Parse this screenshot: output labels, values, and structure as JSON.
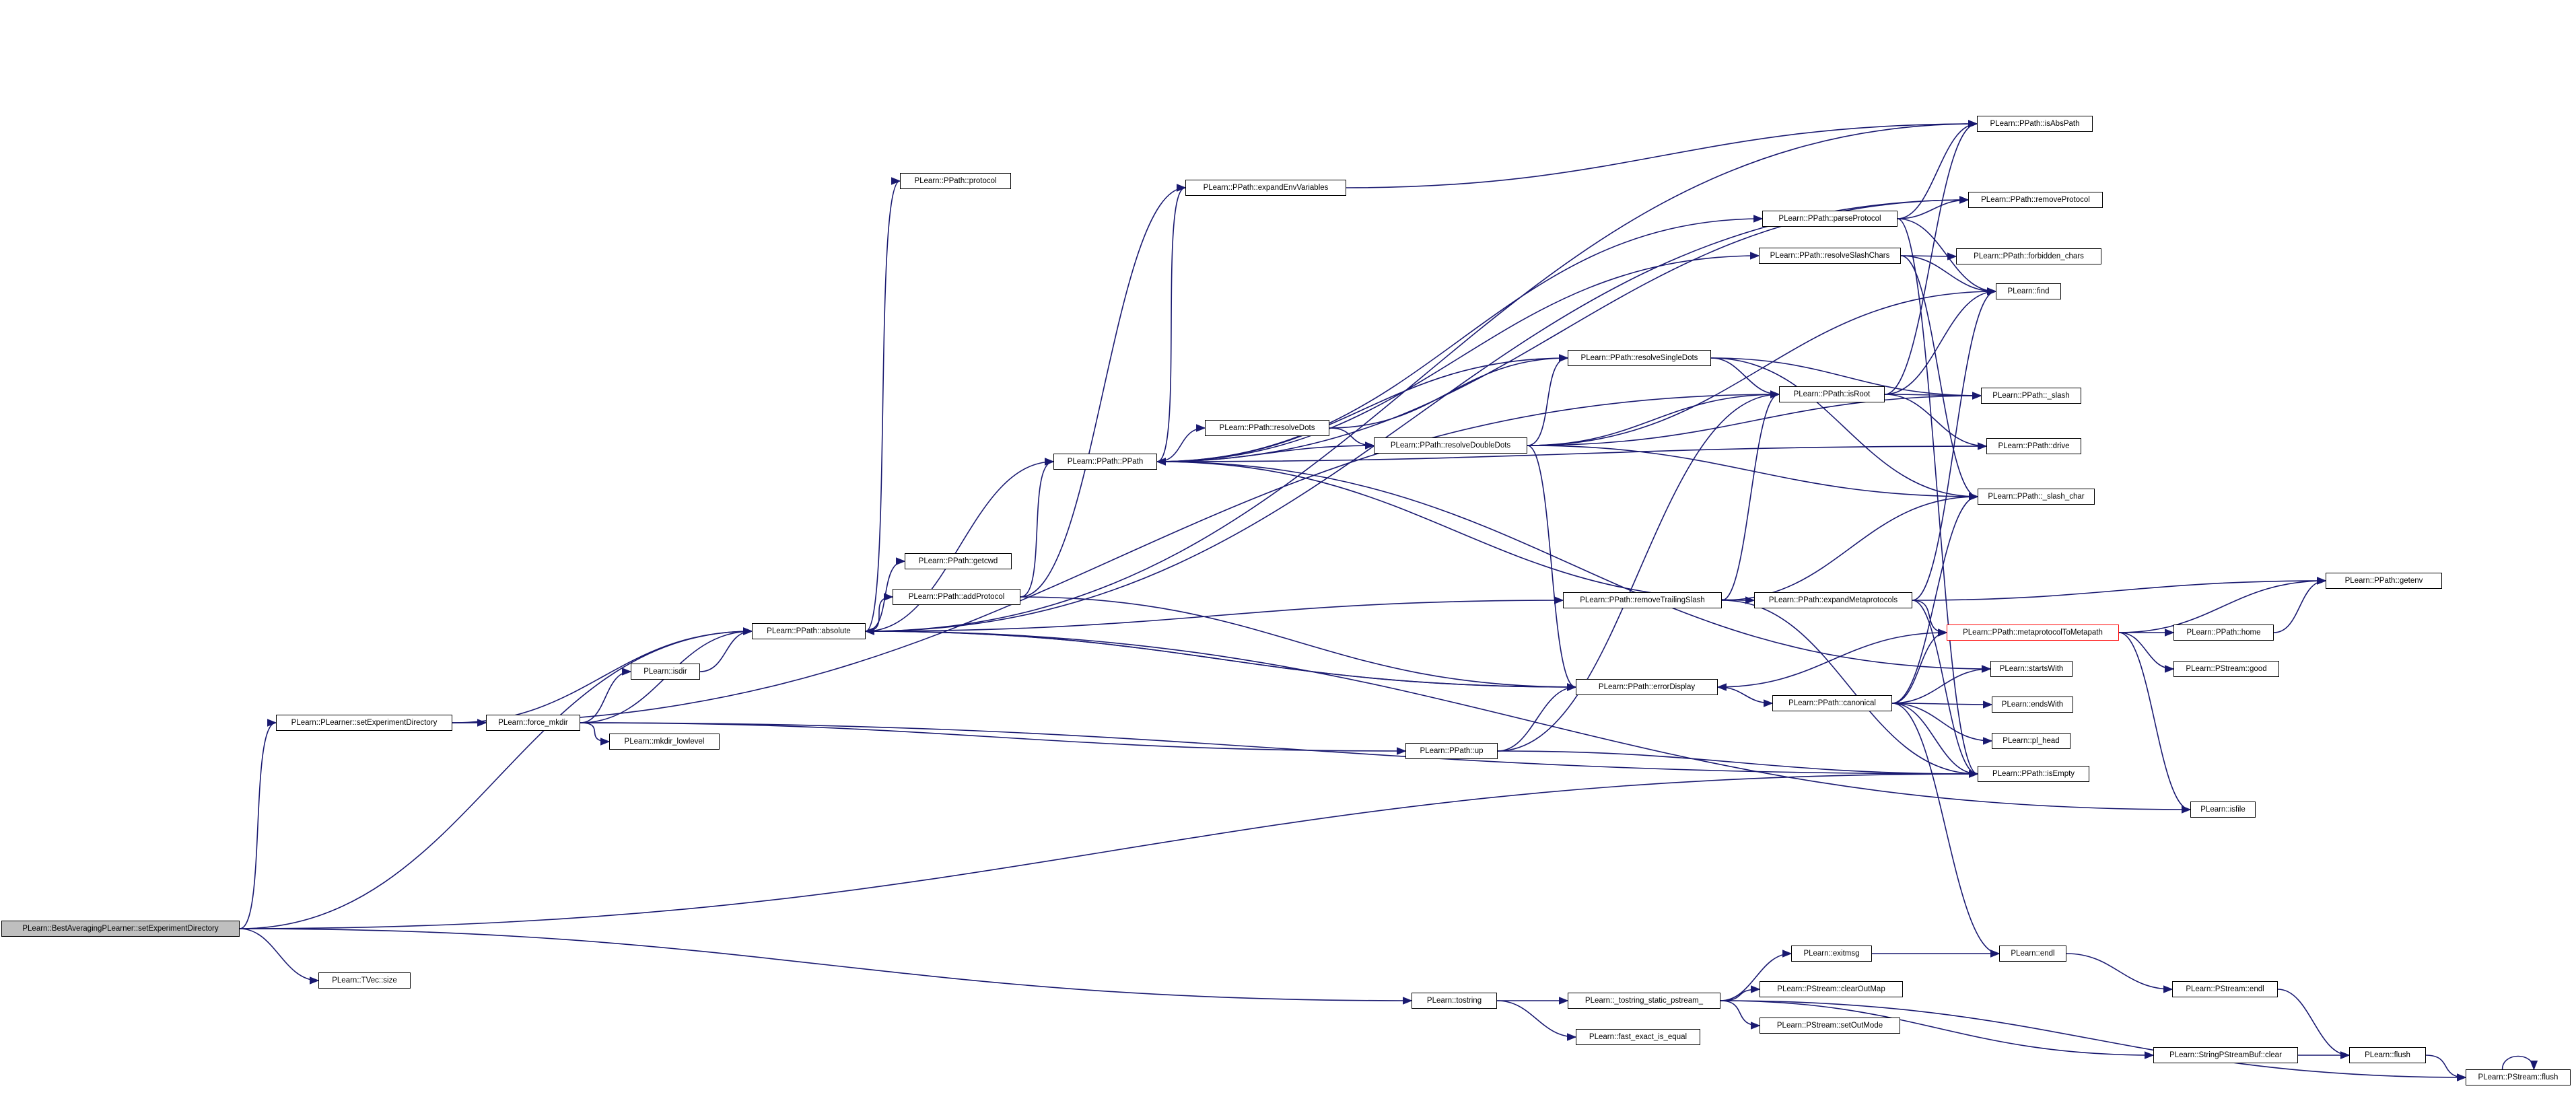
{
  "diagram": {
    "type": "call-graph",
    "edge_color": "#191970",
    "root_fill": "#bfbfbf",
    "truncated_border_color": "#ff0000",
    "nodes": [
      {
        "id": "root",
        "label": "PLearn::BestAveragingPLearner::setExperimentDirectory",
        "root": true
      },
      {
        "id": "n1",
        "label": "PLearn::PLearner::setExperimentDirectory"
      },
      {
        "id": "n2",
        "label": "PLearn::TVec::size"
      },
      {
        "id": "n3",
        "label": "PLearn::tostring"
      },
      {
        "id": "n4",
        "label": "PLearn::force_mkdir"
      },
      {
        "id": "n5",
        "label": "PLearn::PPath::absolute"
      },
      {
        "id": "n6",
        "label": "PLearn::isdir"
      },
      {
        "id": "n7",
        "label": "PLearn::mkdir_lowlevel"
      },
      {
        "id": "n8",
        "label": "PLearn::PPath::up"
      },
      {
        "id": "n9",
        "label": "PLearn::PPath::isEmpty"
      },
      {
        "id": "n10",
        "label": "PLearn::PPath::protocol"
      },
      {
        "id": "n11",
        "label": "PLearn::PPath::getcwd"
      },
      {
        "id": "n12",
        "label": "PLearn::PPath::addProtocol"
      },
      {
        "id": "n13",
        "label": "PLearn::PPath::PPath"
      },
      {
        "id": "n14",
        "label": "PLearn::PPath::expandEnvVariables"
      },
      {
        "id": "n15",
        "label": "PLearn::PPath::resolveDots"
      },
      {
        "id": "n16",
        "label": "PLearn::PPath::resolveDoubleDots"
      },
      {
        "id": "n17",
        "label": "PLearn::PPath::resolveSingleDots"
      },
      {
        "id": "n18",
        "label": "PLearn::PPath::parseProtocol"
      },
      {
        "id": "n19",
        "label": "PLearn::PPath::resolveSlashChars"
      },
      {
        "id": "n20",
        "label": "PLearn::PPath::removeTrailingSlash"
      },
      {
        "id": "n21",
        "label": "PLearn::PPath::errorDisplay"
      },
      {
        "id": "n22",
        "label": "PLearn::PPath::isRoot"
      },
      {
        "id": "n23",
        "label": "PLearn::PPath::expandMetaprotocols"
      },
      {
        "id": "n24",
        "label": "PLearn::PPath::canonical"
      },
      {
        "id": "n25",
        "label": "PLearn::PPath::isAbsPath"
      },
      {
        "id": "n26",
        "label": "PLearn::PPath::removeProtocol"
      },
      {
        "id": "n27",
        "label": "PLearn::PPath::forbidden_chars"
      },
      {
        "id": "n28",
        "label": "PLearn::find"
      },
      {
        "id": "n29",
        "label": "PLearn::PPath::_slash"
      },
      {
        "id": "n30",
        "label": "PLearn::PPath::drive"
      },
      {
        "id": "n31",
        "label": "PLearn::PPath::_slash_char"
      },
      {
        "id": "n32",
        "label": "PLearn::PPath::metaprotocolToMetapath",
        "truncated": true
      },
      {
        "id": "n33",
        "label": "PLearn::startsWith"
      },
      {
        "id": "n34",
        "label": "PLearn::endsWith"
      },
      {
        "id": "n35",
        "label": "PLearn::pl_head"
      },
      {
        "id": "n36",
        "label": "PLearn::PPath::getenv"
      },
      {
        "id": "n37",
        "label": "PLearn::PPath::home"
      },
      {
        "id": "n38",
        "label": "PLearn::PStream::good"
      },
      {
        "id": "n39",
        "label": "PLearn::isfile"
      },
      {
        "id": "n40",
        "label": "PLearn::_tostring_static_pstream_"
      },
      {
        "id": "n41",
        "label": "PLearn::fast_exact_is_equal"
      },
      {
        "id": "n42",
        "label": "PLearn::exitmsg"
      },
      {
        "id": "n43",
        "label": "PLearn::PStream::clearOutMap"
      },
      {
        "id": "n44",
        "label": "PLearn::PStream::setOutMode"
      },
      {
        "id": "n45",
        "label": "PLearn::StringPStreamBuf::clear"
      },
      {
        "id": "n46",
        "label": "PLearn::endl"
      },
      {
        "id": "n47",
        "label": "PLearn::PStream::endl"
      },
      {
        "id": "n48",
        "label": "PLearn::flush"
      },
      {
        "id": "n49",
        "label": "PLearn::PStream::flush"
      }
    ],
    "edges": [
      [
        "root",
        "n1"
      ],
      [
        "root",
        "n2"
      ],
      [
        "root",
        "n3"
      ],
      [
        "root",
        "n9"
      ],
      [
        "root",
        "n5"
      ],
      [
        "n1",
        "n5"
      ],
      [
        "n1",
        "n4"
      ],
      [
        "n1",
        "n22"
      ],
      [
        "n4",
        "n6"
      ],
      [
        "n4",
        "n5"
      ],
      [
        "n4",
        "n7"
      ],
      [
        "n4",
        "n8"
      ],
      [
        "n4",
        "n9"
      ],
      [
        "n6",
        "n5"
      ],
      [
        "n5",
        "n10"
      ],
      [
        "n5",
        "n11"
      ],
      [
        "n5",
        "n12"
      ],
      [
        "n5",
        "n13"
      ],
      [
        "n5",
        "n25"
      ],
      [
        "n5",
        "n26"
      ],
      [
        "n5",
        "n20"
      ],
      [
        "n5",
        "n21"
      ],
      [
        "n12",
        "n13"
      ],
      [
        "n12",
        "n21"
      ],
      [
        "n12",
        "n14"
      ],
      [
        "n13",
        "n14"
      ],
      [
        "n13",
        "n15"
      ],
      [
        "n13",
        "n18"
      ],
      [
        "n13",
        "n19"
      ],
      [
        "n13",
        "n23"
      ],
      [
        "n13",
        "n26"
      ],
      [
        "n13",
        "n33"
      ],
      [
        "n13",
        "n17"
      ],
      [
        "n14",
        "n25"
      ],
      [
        "n15",
        "n16"
      ],
      [
        "n15",
        "n17"
      ],
      [
        "n16",
        "n13"
      ],
      [
        "n16",
        "n17"
      ],
      [
        "n16",
        "n22"
      ],
      [
        "n16",
        "n28"
      ],
      [
        "n16",
        "n29"
      ],
      [
        "n16",
        "n31"
      ],
      [
        "n16",
        "n21"
      ],
      [
        "n17",
        "n22"
      ],
      [
        "n17",
        "n29"
      ],
      [
        "n17",
        "n31"
      ],
      [
        "n18",
        "n25"
      ],
      [
        "n18",
        "n26"
      ],
      [
        "n18",
        "n28"
      ],
      [
        "n18",
        "n9"
      ],
      [
        "n19",
        "n27"
      ],
      [
        "n19",
        "n28"
      ],
      [
        "n19",
        "n31"
      ],
      [
        "n20",
        "n22"
      ],
      [
        "n20",
        "n31"
      ],
      [
        "n20",
        "n9"
      ],
      [
        "n21",
        "n5"
      ],
      [
        "n21",
        "n24"
      ],
      [
        "n22",
        "n29"
      ],
      [
        "n22",
        "n30"
      ],
      [
        "n22",
        "n25"
      ],
      [
        "n22",
        "n28"
      ],
      [
        "n23",
        "n36"
      ],
      [
        "n23",
        "n32"
      ],
      [
        "n23",
        "n9"
      ],
      [
        "n23",
        "n28"
      ],
      [
        "n24",
        "n32"
      ],
      [
        "n24",
        "n33"
      ],
      [
        "n24",
        "n34"
      ],
      [
        "n24",
        "n35"
      ],
      [
        "n24",
        "n9"
      ],
      [
        "n24",
        "n31"
      ],
      [
        "n24",
        "n46"
      ],
      [
        "n32",
        "n36"
      ],
      [
        "n32",
        "n37"
      ],
      [
        "n32",
        "n38"
      ],
      [
        "n32",
        "n39"
      ],
      [
        "n32",
        "n21"
      ],
      [
        "n37",
        "n36"
      ],
      [
        "n39",
        "n5"
      ],
      [
        "n8",
        "n21"
      ],
      [
        "n8",
        "n22"
      ],
      [
        "n8",
        "n9"
      ],
      [
        "n30",
        "n13"
      ],
      [
        "n3",
        "n40"
      ],
      [
        "n3",
        "n41"
      ],
      [
        "n40",
        "n42"
      ],
      [
        "n40",
        "n43"
      ],
      [
        "n40",
        "n44"
      ],
      [
        "n40",
        "n45"
      ],
      [
        "n40",
        "n49"
      ],
      [
        "n42",
        "n46"
      ],
      [
        "n46",
        "n47"
      ],
      [
        "n47",
        "n48"
      ],
      [
        "n45",
        "n48"
      ],
      [
        "n48",
        "n49"
      ],
      [
        "n49",
        "n49"
      ]
    ]
  }
}
